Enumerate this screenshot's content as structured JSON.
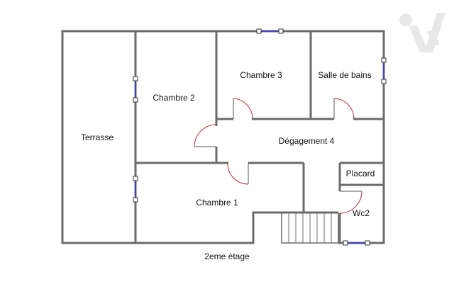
{
  "floor_label": "2eme étage",
  "rooms": {
    "terrasse": "Terrasse",
    "chambre2": "Chambre 2",
    "chambre3": "Chambre 3",
    "salle_de_bains": "Salle de bains",
    "degagement4": "Dégagement 4",
    "placard": "Placard",
    "chambre1": "Chambre 1",
    "wc2": "Wc2"
  },
  "colors": {
    "wall": "#6b6b6b",
    "door_swing": "#b03030",
    "window": "#3a3ad0",
    "logo": "#e8e8e8"
  },
  "icons": {
    "logo": "brand-watermark-logo"
  }
}
